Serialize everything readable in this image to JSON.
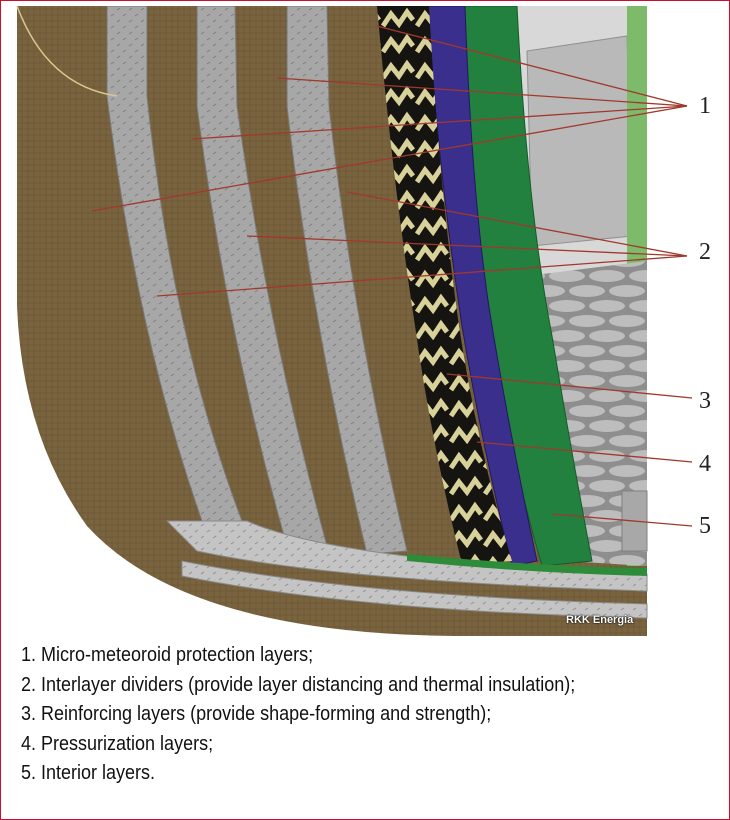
{
  "figure": {
    "credit": "RKK Energia",
    "callouts": [
      "1",
      "2",
      "3",
      "4",
      "5"
    ]
  },
  "legend": [
    "1. Micro-meteoroid protection layers;",
    "2. Interlayer dividers (provide layer distancing and thermal insulation);",
    "3. Reinforcing layers (provide shape-forming and strength);",
    "4. Pressurization layers;",
    "5. Interior layers."
  ],
  "colors": {
    "frame": "#c8102e",
    "mmod_fabric": "#7a6440",
    "divider": "#a9a9a9",
    "reinforcing": "#1c1a14",
    "pressurization": "#3a2f8c",
    "interior": "#22813e",
    "leader": "#a0392c"
  }
}
